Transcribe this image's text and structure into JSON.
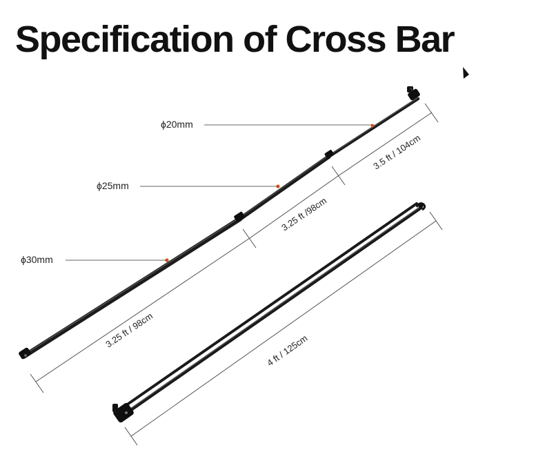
{
  "title": "Specification of Cross Bar",
  "diameters": {
    "top": "ϕ20mm",
    "middle": "ϕ25mm",
    "bottom": "ϕ30mm"
  },
  "segment_lengths": {
    "top": "3.5 ft / 104cm",
    "middle": "3.25 ft /98cm",
    "bottom": "3.25 ft / 98cm"
  },
  "short_bar_length": "4 ft / 125cm",
  "colors": {
    "bar": "#1a1a1a",
    "joint_marker": "#d9541e",
    "leader_line": "#333333"
  }
}
